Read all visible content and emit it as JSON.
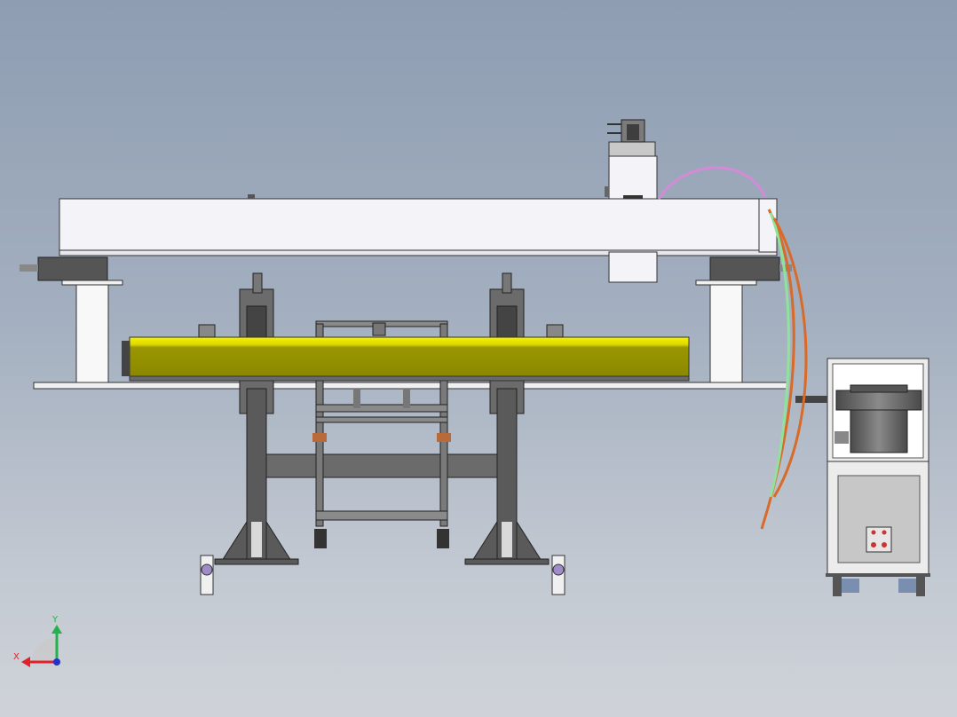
{
  "view": {
    "background_top": "#8e9db2",
    "background_bottom": "#cfd3d9"
  },
  "triad": {
    "x_label": "X",
    "y_label": "Y",
    "x_color": "#e0202a",
    "y_color": "#21b24b",
    "z_color": "#2233cc"
  },
  "colors": {
    "beam": "#f4f4f8",
    "steel": "#6b6b6b",
    "dark_steel": "#4a4a4a",
    "yellow_bar": "#c8c400",
    "yellow_bar_top": "#f2f000",
    "cabinet": "#ececec",
    "bowl": "#6d6d6d",
    "hose_pink": "#d58ad8",
    "hose_orange": "#d86a2a",
    "hose_green": "#8fe39b"
  },
  "components": [
    "gantry-beam",
    "carriage-head",
    "left-support-post",
    "right-support-post",
    "base-plate",
    "yellow-feed-bar",
    "left-stand",
    "right-stand",
    "center-cart",
    "vibratory-bowl-feeder-cabinet",
    "cable-hoses"
  ]
}
